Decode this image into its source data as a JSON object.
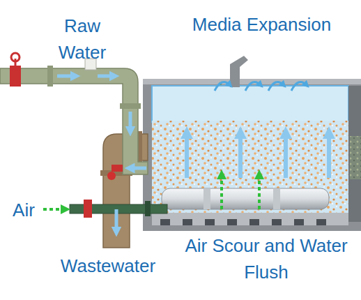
{
  "diagram": {
    "labels": [
      "Raw Water",
      "Media Expansion",
      "Air",
      "Wastewater",
      "Air Scour and Water Flush"
    ]
  }
}
